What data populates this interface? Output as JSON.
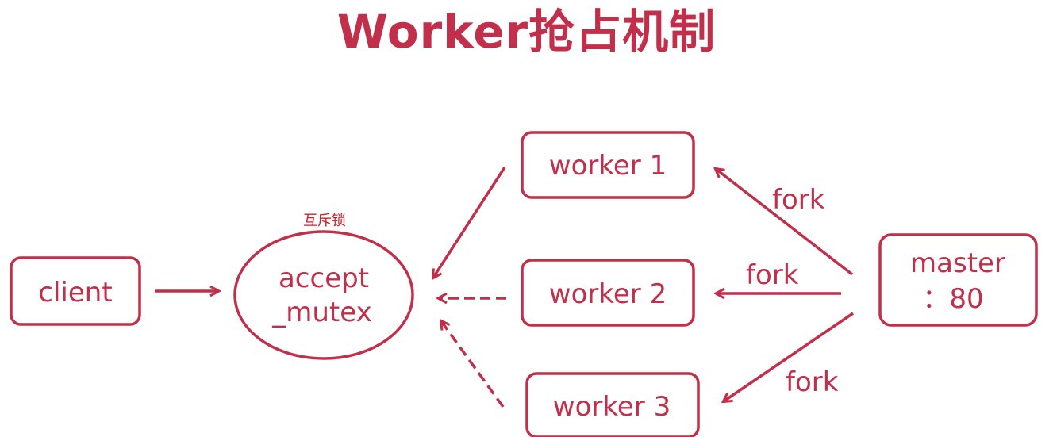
{
  "title": "Worker抢占机制",
  "colors": {
    "accent": "#c12f4a",
    "mutex_label": "#d0202a",
    "background": "#ffffff"
  },
  "nodes": {
    "client": "client",
    "accept_line1": "accept",
    "accept_line2": "_mutex",
    "mutex_label": "互斥锁",
    "worker1": "worker 1",
    "worker2": "worker 2",
    "worker3": "worker 3",
    "master_line1": "master",
    "master_line2": "：80"
  },
  "edges": {
    "fork1": "fork",
    "fork2": "fork",
    "fork3": "fork"
  }
}
